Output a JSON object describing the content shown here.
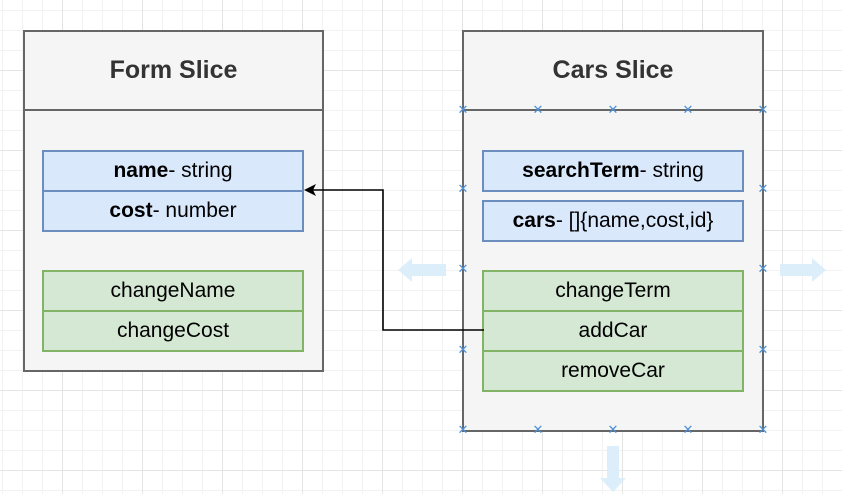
{
  "form_slice": {
    "title": "Form Slice",
    "fields": [
      {
        "name": "name",
        "type": " - string"
      },
      {
        "name": "cost",
        "type": " - number"
      }
    ],
    "actions": [
      "changeName",
      "changeCost"
    ]
  },
  "cars_slice": {
    "title": "Cars Slice",
    "fields": [
      {
        "name": "searchTerm",
        "type": " - string"
      },
      {
        "name": "cars",
        "type": " - []{name,cost,id}"
      }
    ],
    "actions": [
      "changeTerm",
      "addCar",
      "removeCar"
    ]
  },
  "colors": {
    "state_fill": "#dae8fc",
    "state_stroke": "#6c8ebf",
    "action_fill": "#d5e8d4",
    "action_stroke": "#82b366",
    "container_fill": "#f5f5f5",
    "container_stroke": "#666666",
    "selection_handle": "#4a90d9"
  }
}
